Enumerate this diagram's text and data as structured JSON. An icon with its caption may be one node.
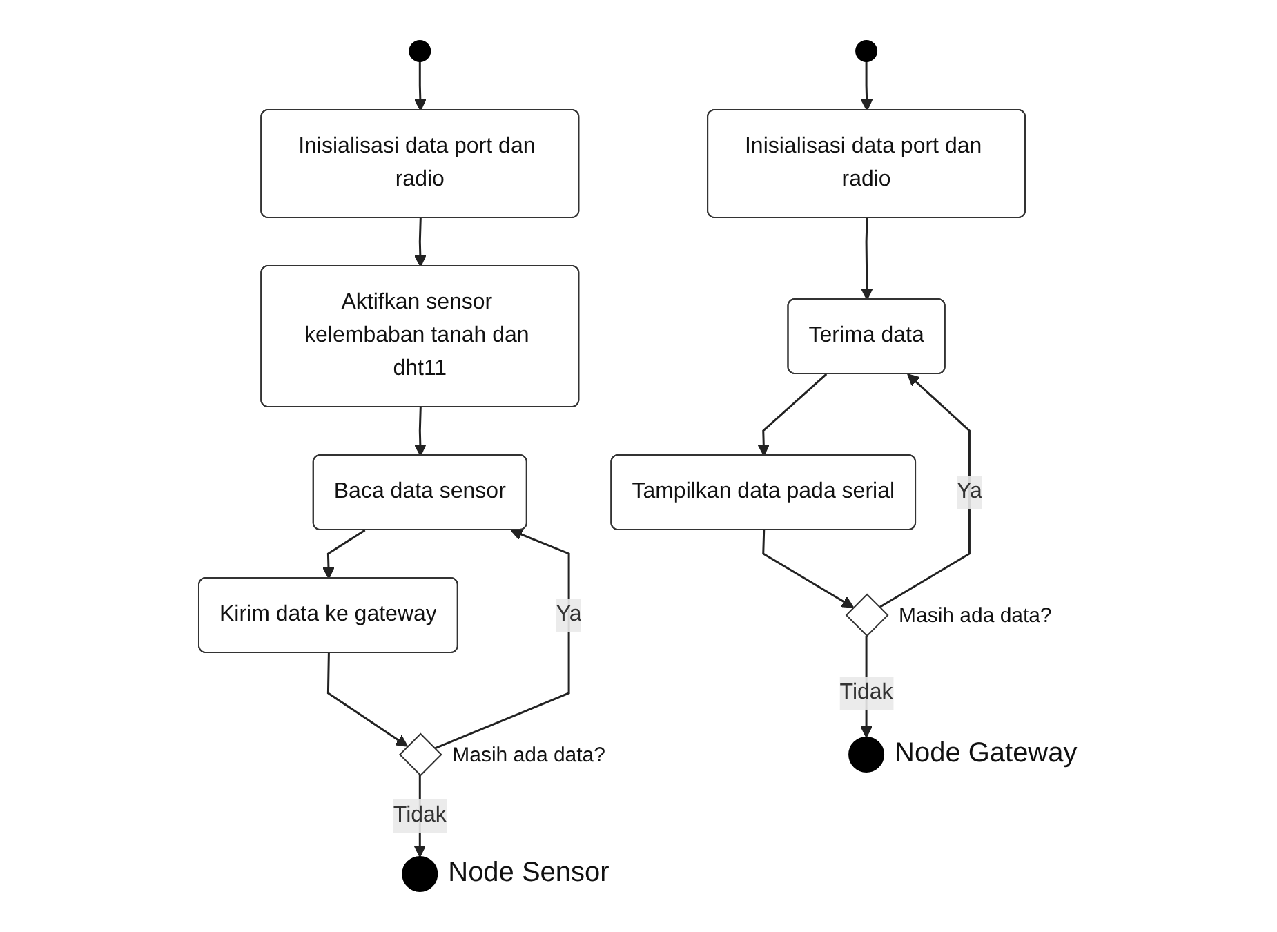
{
  "diagram": {
    "nodes": [
      {
        "text": [],
        "shape": "circle"
      },
      {
        "text": [
          "Inisialisasi data port dan radio"
        ]
      },
      {
        "text": [
          "Aktifkan sensor kelembaban tanah dan dht11"
        ]
      },
      {
        "text": [
          "Baca data sensor"
        ]
      },
      {
        "text": [
          "Kirim data ke gateway"
        ]
      },
      {
        "text": [],
        "shape": "diamond",
        "beside": [
          "Masih ada data?"
        ]
      },
      {
        "text": [],
        "shape": "circle",
        "beside": [
          "Node Sensor"
        ]
      },
      {
        "text": [],
        "shape": "circle"
      },
      {
        "text": [
          "Inisialisasi data port dan radio"
        ]
      },
      {
        "text": [
          "Terima data"
        ]
      },
      {
        "text": [
          "Tampilkan data pada serial"
        ]
      },
      {
        "text": [],
        "shape": "diamond",
        "beside": [
          "Masih ada data?"
        ]
      },
      {
        "text": [],
        "shape": "circle",
        "beside": [
          "Node Gateway"
        ]
      }
    ],
    "edges": [
      {
        "from": 0,
        "to": 1,
        "arrow": "to"
      },
      {
        "from": 1,
        "to": 2,
        "arrow": "to"
      },
      {
        "from": 2,
        "to": 3,
        "arrow": "to"
      },
      {
        "from": 3,
        "to": 4,
        "arrow": "to"
      },
      {
        "from": 4,
        "to": 5,
        "arrow": "to"
      },
      {
        "from": 5,
        "to": 3,
        "arrow": "to",
        "label": "Ya"
      },
      {
        "from": 5,
        "to": 6,
        "arrow": "to",
        "label": "Tidak"
      },
      {
        "from": 7,
        "to": 8,
        "arrow": "to"
      },
      {
        "from": 8,
        "to": 9,
        "arrow": "to"
      },
      {
        "from": 9,
        "to": 10,
        "arrow": "to"
      },
      {
        "from": 10,
        "to": 11,
        "arrow": "to"
      },
      {
        "from": 11,
        "to": 9,
        "arrow": "to",
        "label": "Ya"
      },
      {
        "from": 11,
        "to": 12,
        "arrow": "to",
        "label": "Tidak"
      }
    ]
  }
}
